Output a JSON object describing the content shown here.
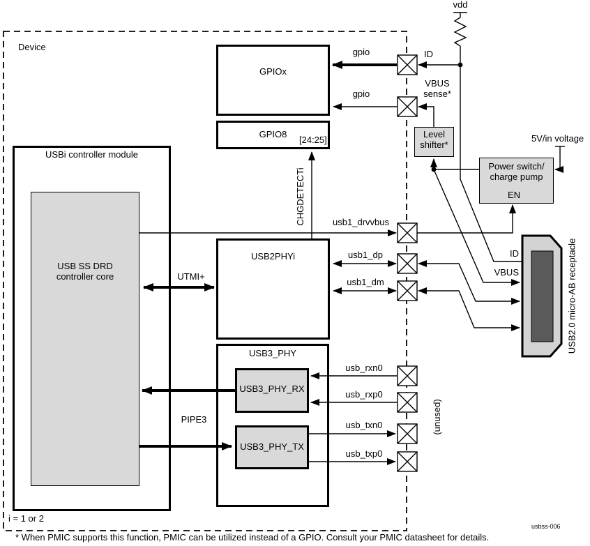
{
  "device": {
    "label": "Device",
    "index_note": "i = 1 or 2"
  },
  "blocks": {
    "gpiox": "GPIOx",
    "gpio8": "GPIO8",
    "gpio8_bits": "[24:25]",
    "usbi_module": "USBi controller module",
    "core_line1": "USB SS DRD",
    "core_line2": "controller core",
    "usb2phy": "USB2PHYi",
    "usb3phy": "USB3_PHY",
    "usb3phy_rx": "USB3_PHY_RX",
    "usb3phy_tx": "USB3_PHY_TX",
    "level_shifter_line1": "Level",
    "level_shifter_line2": "shifter*",
    "power_switch_line1": "Power switch/",
    "power_switch_line2": "charge pump",
    "power_switch_en": "EN",
    "receptacle": "USB2.0 micro-AB receptacle"
  },
  "signals": {
    "gpio_top": "gpio",
    "gpio_bottom": "gpio",
    "chgdetect": "CHGDETECTi",
    "usb1_drvvbus": "usb1_drvvbus",
    "usb1_dp": "usb1_dp",
    "usb1_dm": "usb1_dm",
    "utmi": "UTMI+",
    "pipe3": "PIPE3",
    "usb_rxn0": "usb_rxn0",
    "usb_rxp0": "usb_rxp0",
    "usb_txn0": "usb_txn0",
    "usb_txp0": "usb_txp0",
    "unused": "(unused)"
  },
  "labels": {
    "vdd": "vdd",
    "supply_5v": "5V/in voltage",
    "id_pad": "ID",
    "vbus_sense_line1": "VBUS",
    "vbus_sense_line2": "sense*",
    "recep_id": "ID",
    "recep_vbus": "VBUS"
  },
  "footer": {
    "footnote": "* When PMIC supports this function, PMIC can be utilized instead of a GPIO. Consult your PMIC datasheet for details.",
    "figure_id": "usbss-006"
  },
  "colors": {
    "block_fill": "#d9d9d9",
    "receptacle_fill": "#d3d3d3",
    "receptacle_inner": "#5a5a5a",
    "line": "#000000"
  }
}
